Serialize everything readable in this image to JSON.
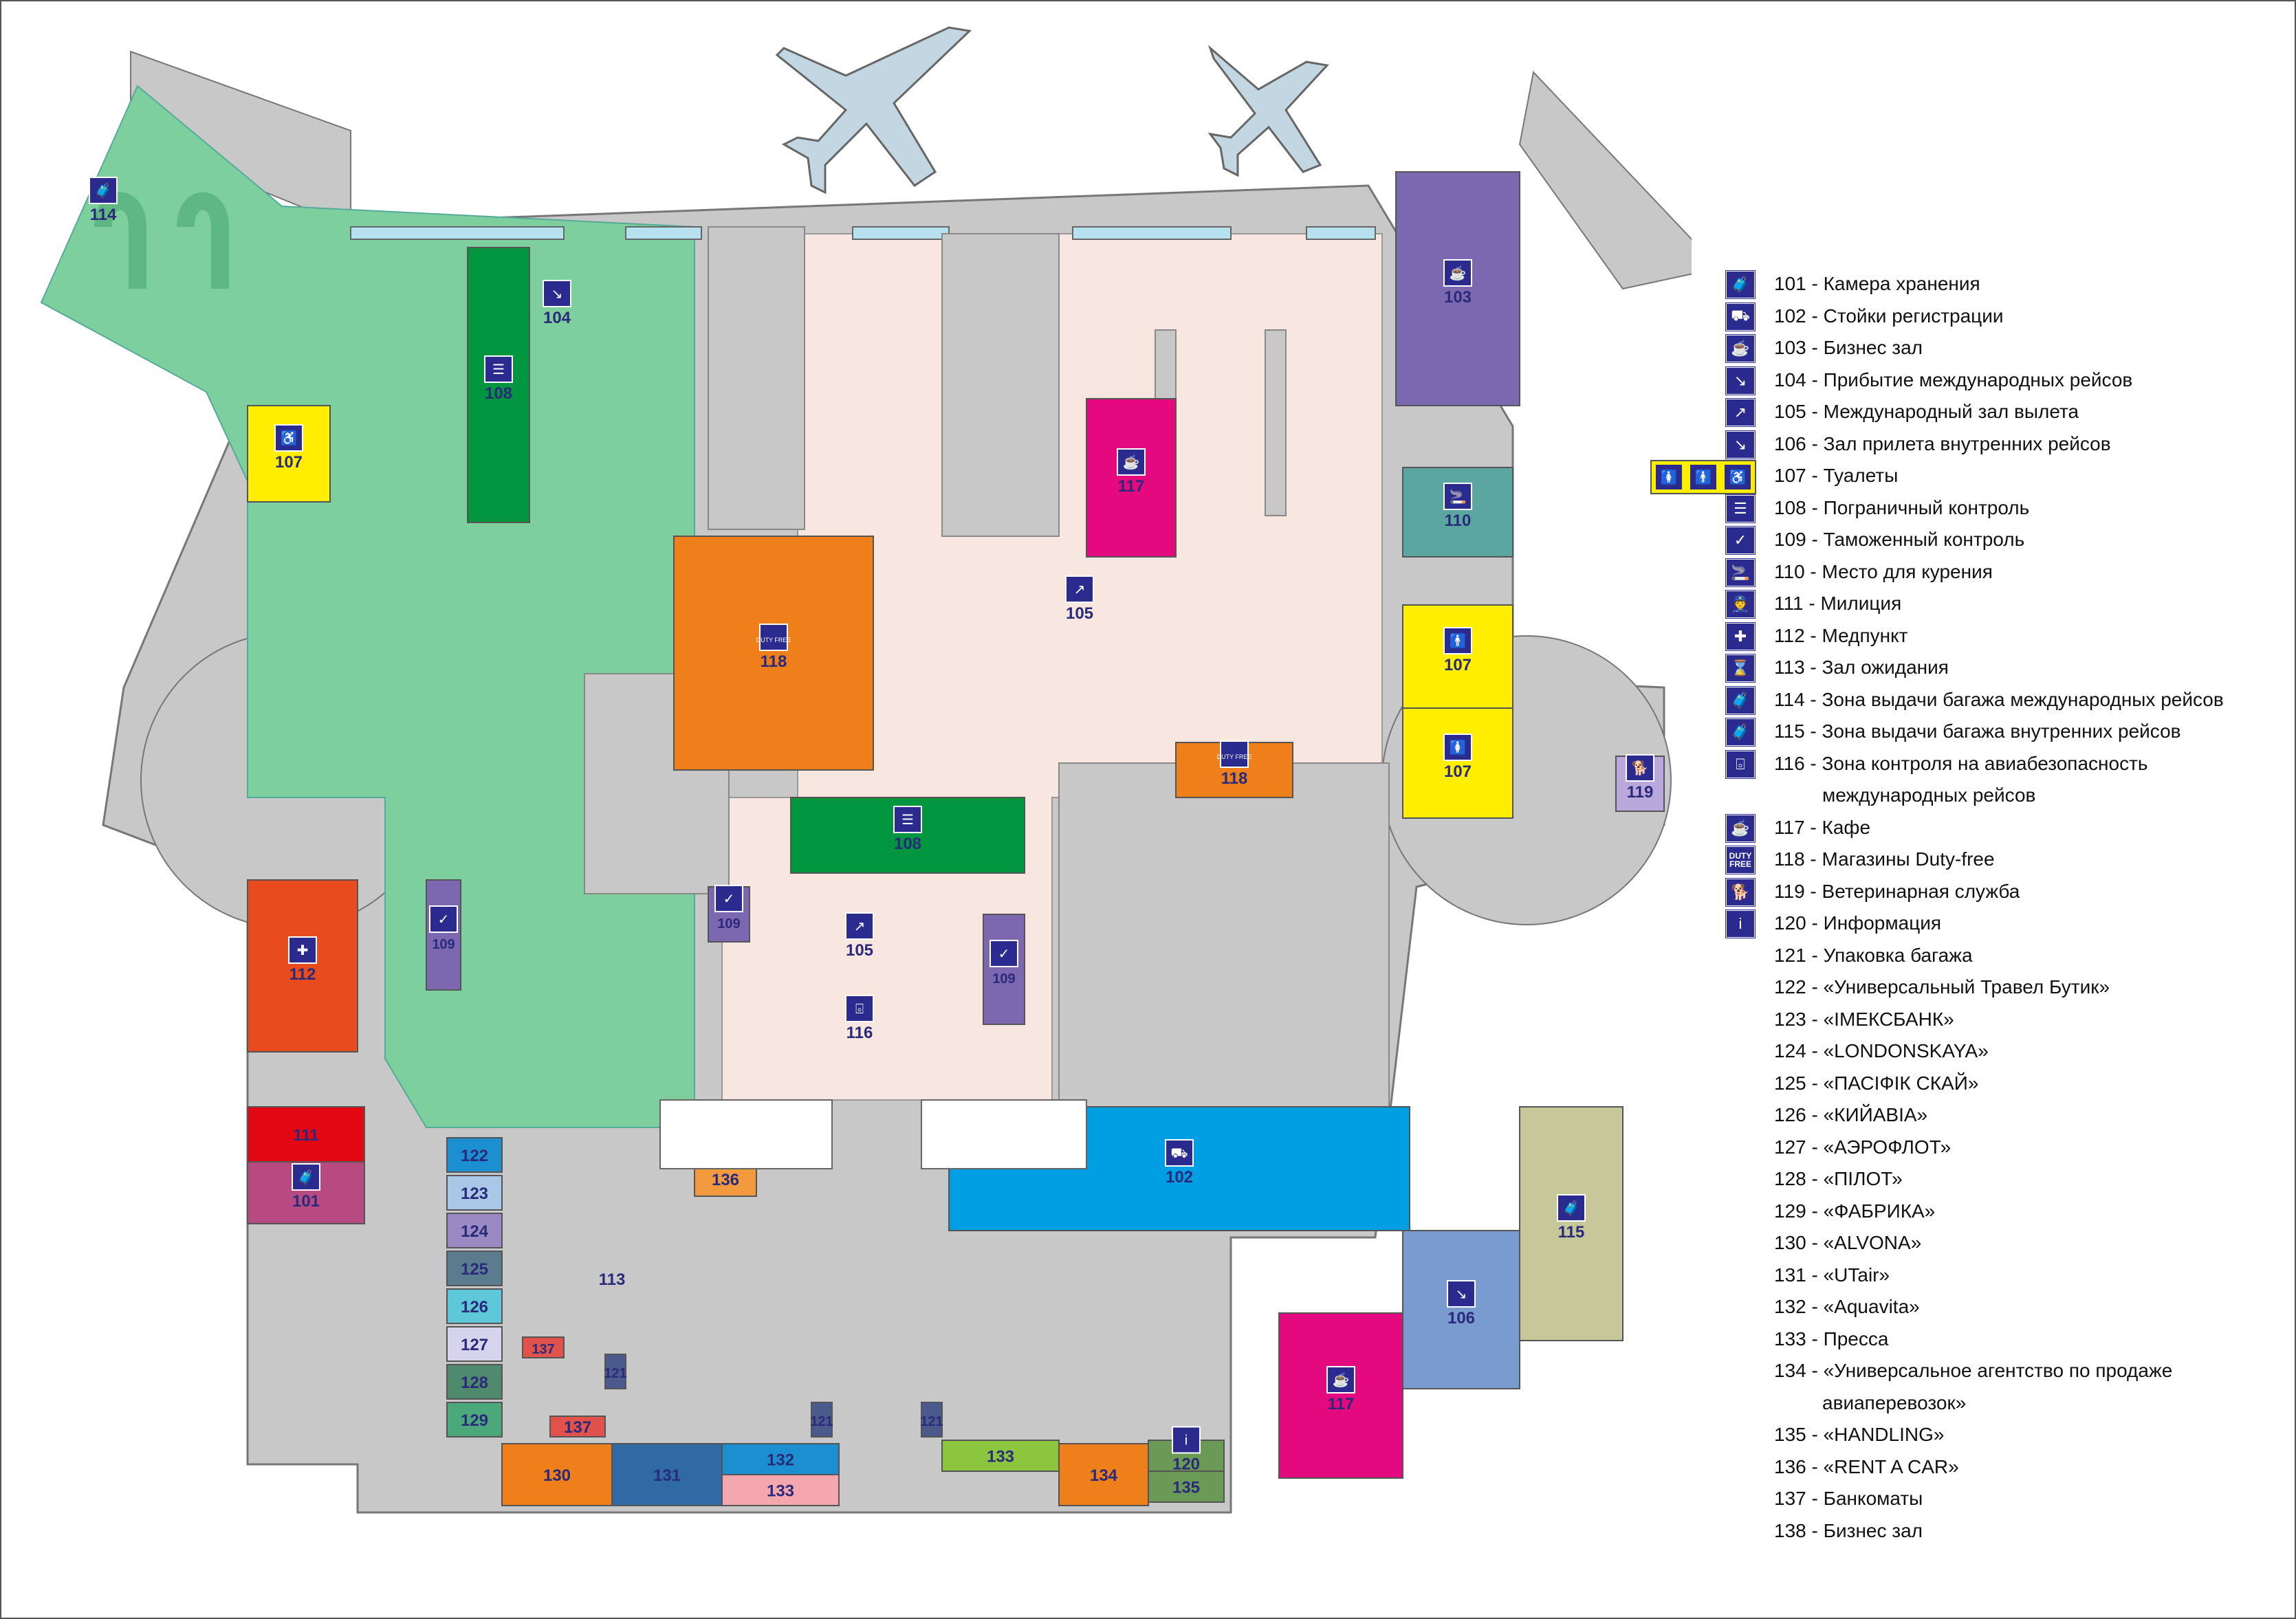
{
  "map": {
    "rooms": [
      {
        "id": "114",
        "label": "114",
        "icon": "baggage-claim-icon"
      },
      {
        "id": "104",
        "label": "104",
        "icon": "arrival-icon"
      },
      {
        "id": "108a",
        "label": "108",
        "icon": "passport-control-icon"
      },
      {
        "id": "107a",
        "label": "107",
        "icon": "wheelchair-icon"
      },
      {
        "id": "107b",
        "label": "107",
        "icon": "toilet-man-icon"
      },
      {
        "id": "107c",
        "label": "107",
        "icon": "toilet-woman-icon"
      },
      {
        "id": "118a",
        "label": "118",
        "icon": "duty-free-icon"
      },
      {
        "id": "117a",
        "label": "117",
        "icon": "cafe-icon"
      },
      {
        "id": "105a",
        "label": "105",
        "icon": "departure-icon"
      },
      {
        "id": "103",
        "label": "103",
        "icon": "business-lounge-icon"
      },
      {
        "id": "110",
        "label": "110",
        "icon": "smoking-icon"
      },
      {
        "id": "107d",
        "label": "107",
        "icon": "toilet-man-icon"
      },
      {
        "id": "107e",
        "label": "107",
        "icon": "toilet-woman-icon"
      },
      {
        "id": "118b",
        "label": "118",
        "icon": "duty-free-icon"
      },
      {
        "id": "119",
        "label": "119",
        "icon": "vet-icon"
      },
      {
        "id": "108b",
        "label": "108",
        "icon": "passport-control-icon"
      },
      {
        "id": "109a",
        "label": "109",
        "icon": "customs-icon"
      },
      {
        "id": "109b",
        "label": "109",
        "icon": "customs-icon"
      },
      {
        "id": "109c",
        "label": "109",
        "icon": "customs-icon"
      },
      {
        "id": "105b",
        "label": "105",
        "icon": "departure-icon"
      },
      {
        "id": "116",
        "label": "116",
        "icon": "security-icon"
      },
      {
        "id": "112",
        "label": "112",
        "icon": "first-aid-icon"
      },
      {
        "id": "111",
        "label": "111",
        "icon": ""
      },
      {
        "id": "101",
        "label": "101",
        "icon": "luggage-storage-icon"
      },
      {
        "id": "136",
        "label": "136",
        "icon": ""
      },
      {
        "id": "102",
        "label": "102",
        "icon": "check-in-icon"
      },
      {
        "id": "115",
        "label": "115",
        "icon": "baggage-claim-icon"
      },
      {
        "id": "106",
        "label": "106",
        "icon": "arrival-icon"
      },
      {
        "id": "117b",
        "label": "117",
        "icon": "cafe-icon"
      },
      {
        "id": "113",
        "label": "113",
        "icon": ""
      },
      {
        "id": "122",
        "label": "122",
        "icon": ""
      },
      {
        "id": "123",
        "label": "123",
        "icon": ""
      },
      {
        "id": "124",
        "label": "124",
        "icon": ""
      },
      {
        "id": "125",
        "label": "125",
        "icon": ""
      },
      {
        "id": "126",
        "label": "126",
        "icon": ""
      },
      {
        "id": "127",
        "label": "127",
        "icon": ""
      },
      {
        "id": "128",
        "label": "128",
        "icon": ""
      },
      {
        "id": "129",
        "label": "129",
        "icon": ""
      },
      {
        "id": "137a",
        "label": "137",
        "icon": ""
      },
      {
        "id": "137b",
        "label": "137",
        "icon": ""
      },
      {
        "id": "121a",
        "label": "121",
        "icon": ""
      },
      {
        "id": "121b",
        "label": "121",
        "icon": ""
      },
      {
        "id": "121c",
        "label": "121",
        "icon": ""
      },
      {
        "id": "130",
        "label": "130",
        "icon": ""
      },
      {
        "id": "131",
        "label": "131",
        "icon": ""
      },
      {
        "id": "132",
        "label": "132",
        "icon": ""
      },
      {
        "id": "133a",
        "label": "133",
        "icon": ""
      },
      {
        "id": "133b",
        "label": "133",
        "icon": ""
      },
      {
        "id": "134",
        "label": "134",
        "icon": ""
      },
      {
        "id": "120",
        "label": "120",
        "icon": "info-icon"
      },
      {
        "id": "135",
        "label": "135",
        "icon": ""
      }
    ],
    "duty_free_text": "DUTY FREE"
  },
  "legend": [
    {
      "icon": "luggage-storage-icon",
      "text": "101 - Камера хранения"
    },
    {
      "icon": "check-in-icon",
      "text": "102 - Стойки регистрации"
    },
    {
      "icon": "business-lounge-icon",
      "text": "103 - Бизнес зал"
    },
    {
      "icon": "arrival-icon",
      "text": "104 - Прибытие международных рейсов"
    },
    {
      "icon": "departure-icon",
      "text": "105 - Международный зал вылета"
    },
    {
      "icon": "arrival-icon",
      "text": "106 - Зал прилета внутренних рейсов"
    },
    {
      "icon": "toilets-icon",
      "text": "107 - Туалеты"
    },
    {
      "icon": "passport-control-icon",
      "text": "108 - Пограничный контроль"
    },
    {
      "icon": "customs-icon",
      "text": "109 - Таможенный контроль"
    },
    {
      "icon": "smoking-icon",
      "text": "110 - Место для курения"
    },
    {
      "icon": "police-icon",
      "text": "111 - Милиция"
    },
    {
      "icon": "first-aid-icon",
      "text": "112 - Медпункт"
    },
    {
      "icon": "waiting-hall-icon",
      "text": "113 - Зал ожидания"
    },
    {
      "icon": "baggage-claim-icon",
      "text": "114 - Зона выдачи багажа международных рейсов"
    },
    {
      "icon": "baggage-claim-icon",
      "text": "115 - Зона выдачи багажа внутренних рейсов"
    },
    {
      "icon": "security-icon",
      "text": "116 - Зона контроля на авиабезопасность"
    },
    {
      "icon": "",
      "text": "международных рейсов",
      "continuation": true
    },
    {
      "icon": "cafe-icon",
      "text": "117 - Кафе"
    },
    {
      "icon": "duty-free-icon",
      "text": "118 - Магазины Duty-free"
    },
    {
      "icon": "vet-icon",
      "text": "119 - Ветеринарная служба"
    },
    {
      "icon": "info-icon",
      "text": "120 - Информация"
    },
    {
      "icon": "",
      "text": "121 - Упаковка багажа"
    },
    {
      "icon": "",
      "text": "122 - «Универсальный Травел Бутик»"
    },
    {
      "icon": "",
      "text": "123 - «IMEКСБАНК»"
    },
    {
      "icon": "",
      "text": "124 - «LONDONSKAYA»"
    },
    {
      "icon": "",
      "text": "125 - «ПАСІФІК СКАЙ»"
    },
    {
      "icon": "",
      "text": "126 - «КИЙAВIA»"
    },
    {
      "icon": "",
      "text": "127 - «АЭРОФЛОТ»"
    },
    {
      "icon": "",
      "text": "128 - «ПІЛОТ»"
    },
    {
      "icon": "",
      "text": "129 - «ФАБРИКА»"
    },
    {
      "icon": "",
      "text": "130 - «ALVONA»"
    },
    {
      "icon": "",
      "text": "131 - «UTair»"
    },
    {
      "icon": "",
      "text": "132 - «Aquavita»"
    },
    {
      "icon": "",
      "text": "133 - Пресса"
    },
    {
      "icon": "",
      "text": "134 - «Универсальное агентство по продаже"
    },
    {
      "icon": "",
      "text": "авиаперевозок»",
      "continuation": true
    },
    {
      "icon": "",
      "text": "135 - «HANDLING»"
    },
    {
      "icon": "",
      "text": "136 - «RENT A CAR»"
    },
    {
      "icon": "",
      "text": "137 - Банкоматы"
    },
    {
      "icon": "",
      "text": "138 - Бизнес зал"
    }
  ],
  "icon_glyphs": {
    "luggage-storage-icon": "🧳",
    "check-in-icon": "⛟",
    "business-lounge-icon": "☕",
    "arrival-icon": "↘",
    "departure-icon": "↗",
    "toilets-icon": "🚻",
    "passport-control-icon": "☰",
    "customs-icon": "✓",
    "smoking-icon": "🚬",
    "police-icon": "👮",
    "first-aid-icon": "✚",
    "waiting-hall-icon": "⌛",
    "baggage-claim-icon": "🧳",
    "security-icon": "⌻",
    "cafe-icon": "☕",
    "duty-free-icon": "DUTY FREE",
    "vet-icon": "🐕",
    "info-icon": "i",
    "toilet-man-icon": "🚹",
    "toilet-woman-icon": "🚺",
    "wheelchair-icon": "♿"
  },
  "colors": {
    "green_hall": "#7ecf9e",
    "pink_hall": "#f8e6e0",
    "gray_wall": "#c8c8c8",
    "purple": "#7b68b0",
    "yellow": "#ffee00",
    "orange": "#ef7f1a",
    "magenta": "#e5097f",
    "blue": "#009fe3",
    "dark_green": "#009640",
    "red": "#e30613"
  }
}
